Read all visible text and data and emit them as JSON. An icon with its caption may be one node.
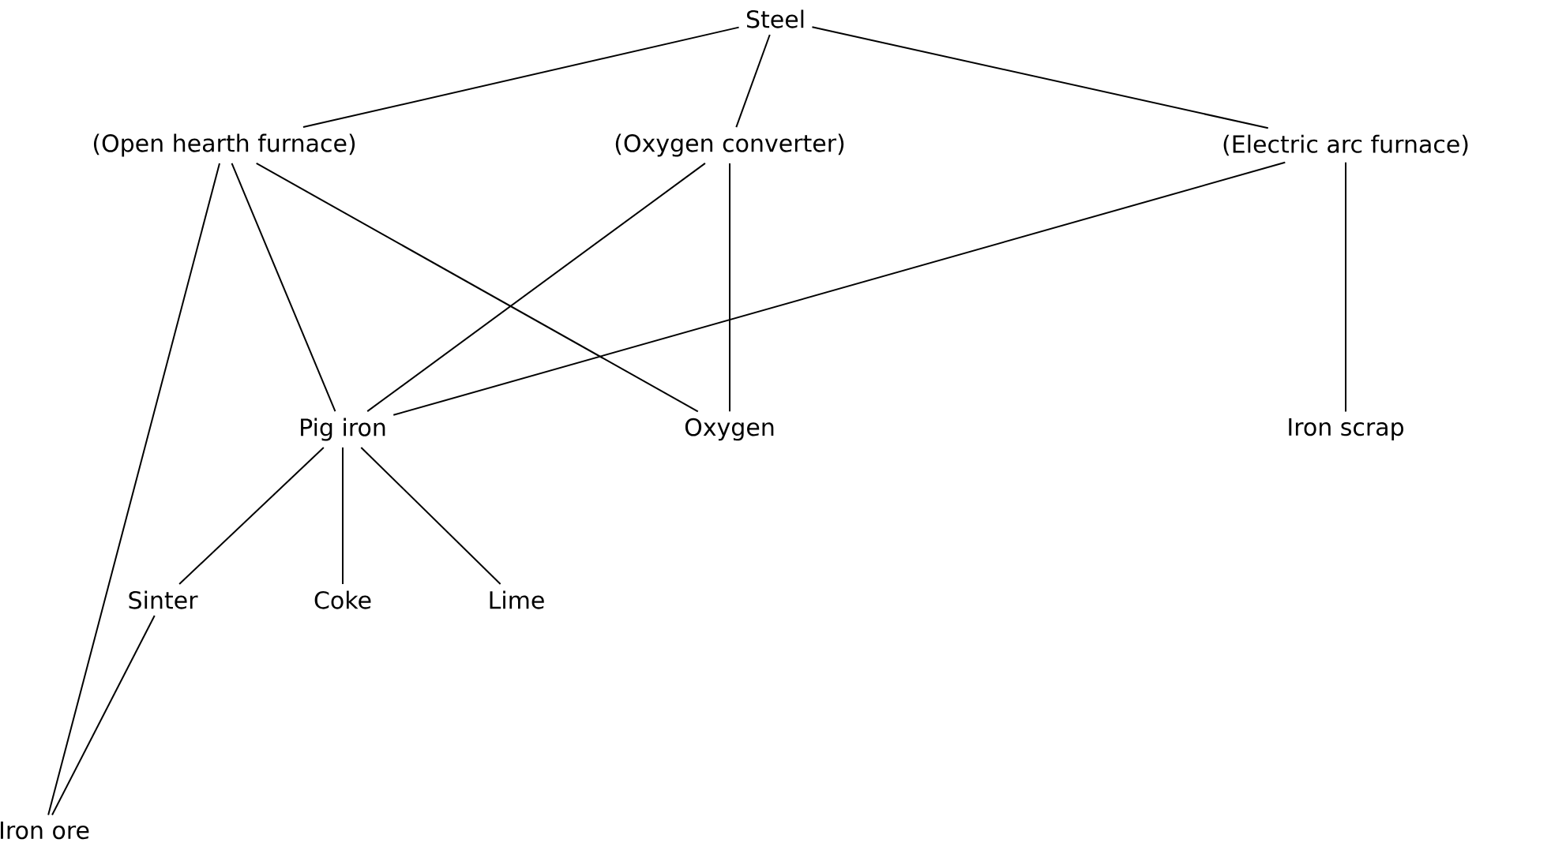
{
  "diagram": {
    "nodes": [
      {
        "text": [
          "Steel"
        ]
      },
      {
        "text": [
          "(Open hearth furnace)"
        ]
      },
      {
        "text": [
          "(Oxygen converter)"
        ]
      },
      {
        "text": [
          "(Electric arc furnace)"
        ]
      },
      {
        "text": [
          "Pig iron"
        ]
      },
      {
        "text": [
          "Oxygen"
        ]
      },
      {
        "text": [
          "Iron scrap"
        ]
      },
      {
        "text": [
          "Sinter"
        ]
      },
      {
        "text": [
          "Coke"
        ]
      },
      {
        "text": [
          "Lime"
        ]
      },
      {
        "text": [
          "Iron ore"
        ]
      }
    ],
    "edges": [
      {
        "from": 0,
        "to": 1,
        "arrow": "none"
      },
      {
        "from": 0,
        "to": 2,
        "arrow": "none"
      },
      {
        "from": 0,
        "to": 3,
        "arrow": "none"
      },
      {
        "from": 1,
        "to": 4,
        "arrow": "none"
      },
      {
        "from": 1,
        "to": 5,
        "arrow": "none"
      },
      {
        "from": 1,
        "to": 10,
        "arrow": "none"
      },
      {
        "from": 2,
        "to": 4,
        "arrow": "none"
      },
      {
        "from": 2,
        "to": 5,
        "arrow": "none"
      },
      {
        "from": 3,
        "to": 4,
        "arrow": "none"
      },
      {
        "from": 3,
        "to": 6,
        "arrow": "none"
      },
      {
        "from": 4,
        "to": 7,
        "arrow": "none"
      },
      {
        "from": 4,
        "to": 8,
        "arrow": "none"
      },
      {
        "from": 4,
        "to": 9,
        "arrow": "none"
      },
      {
        "from": 7,
        "to": 10,
        "arrow": "none"
      }
    ]
  }
}
